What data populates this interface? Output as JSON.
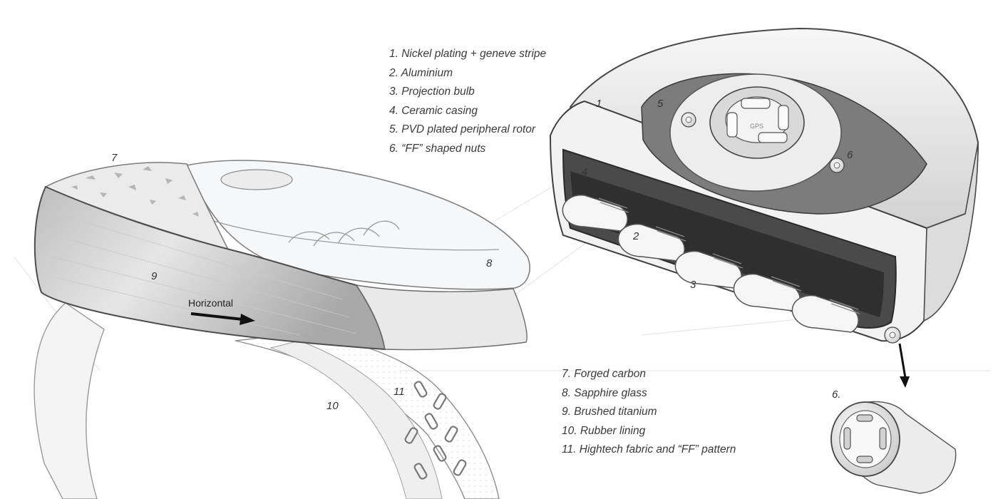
{
  "legend_top": [
    "1. Nickel plating + geneve stripe",
    "2. Aluminium",
    "3. Projection bulb",
    "4. Ceramic casing",
    "5. PVD plated peripheral rotor",
    "6. “FF” shaped nuts"
  ],
  "legend_bottom": [
    "7. Forged carbon",
    "8. Sapphire glass",
    "9. Brushed titanium",
    "10. Rubber lining",
    "11. Hightech fabric and “FF” pattern"
  ],
  "callouts": {
    "c1": "1",
    "c2": "2",
    "c3": "3",
    "c4": "4",
    "c5": "5",
    "c6": "6",
    "c6_nut": "6.",
    "c7": "7",
    "c8": "8",
    "c9": "9",
    "c10": "10",
    "c11": "11"
  },
  "arrow_label": "Horizontal",
  "embossed_text": "GPS"
}
